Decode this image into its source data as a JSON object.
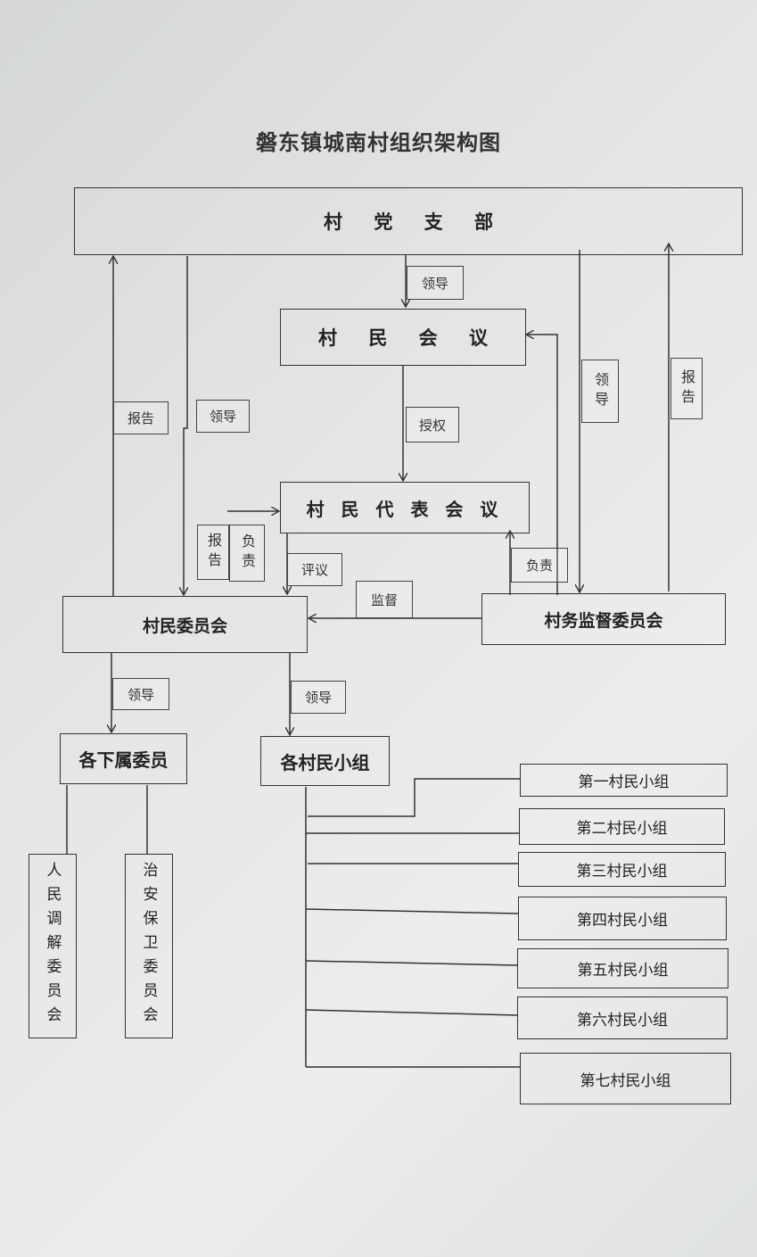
{
  "title": "磐东镇城南村组织架构图",
  "nodes": {
    "party_branch": "村 党 支 部",
    "villagers_meeting": "村 民 会 议",
    "representatives_meeting": "村 民 代 表 会 议",
    "villagers_committee": "村民委员会",
    "supervision_committee": "村务监督委员会",
    "subordinate_members": "各下属委员",
    "villager_groups": "各村民小组",
    "mediation_committee": "人民调解委员会",
    "security_committee": "治安保卫委员会"
  },
  "groups": [
    "第一村民小组",
    "第二村民小组",
    "第三村民小组",
    "第四村民小组",
    "第五村民小组",
    "第六村民小组",
    "第七村民小组"
  ],
  "edge_labels": {
    "lead_top": "领导",
    "authorize": "授权",
    "report_left": "报告",
    "lead_left": "领导",
    "lead_right": "领导",
    "report_right": "报告",
    "report_small": "报告",
    "responsible_small": "负责",
    "review": "评议",
    "supervise": "监督",
    "responsible_right": "负责",
    "lead_sub": "领导",
    "lead_groups": "领导"
  }
}
